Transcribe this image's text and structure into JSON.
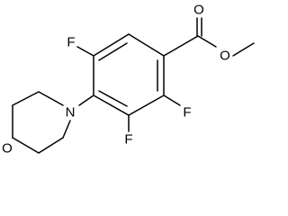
{
  "atoms": {
    "f_top": "F",
    "f_right": "F",
    "f_bottom": "F",
    "n_morpholine": "N",
    "o_morpholine": "O",
    "o_carbonyl": "O",
    "o_ester": "O"
  }
}
